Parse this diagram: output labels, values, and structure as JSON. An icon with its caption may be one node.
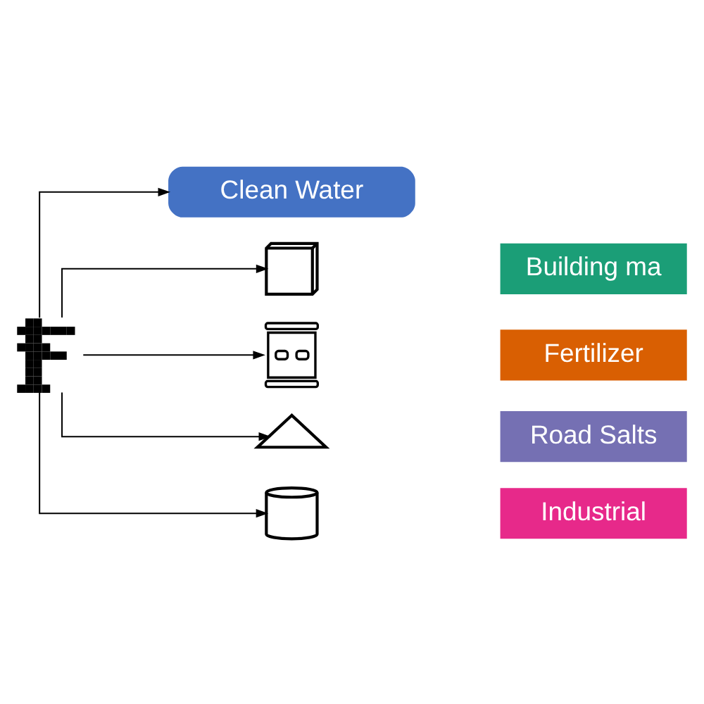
{
  "diagram": {
    "nodes": [
      {
        "text": [],
        "shape": "picture"
      },
      {
        "text": [
          "Clean Water"
        ]
      },
      {
        "text": [],
        "shape": "picture"
      },
      {
        "text": [
          "Building ma"
        ]
      },
      {
        "text": [],
        "shape": "picture"
      },
      {
        "text": [
          "Fertilizer"
        ]
      },
      {
        "text": [],
        "shape": "picture"
      },
      {
        "text": [
          "Road Salts"
        ]
      },
      {
        "text": [],
        "shape": "picture"
      },
      {
        "text": [
          "Industrial"
        ]
      }
    ],
    "edges": [
      {
        "from": 0,
        "to": 1,
        "arrow": "to"
      },
      {
        "from": 0,
        "to": 2,
        "arrow": "to"
      },
      {
        "from": 0,
        "to": 4,
        "arrow": "to"
      },
      {
        "from": 0,
        "to": 6,
        "arrow": "to"
      },
      {
        "from": 0,
        "to": 8,
        "arrow": "to"
      }
    ]
  }
}
